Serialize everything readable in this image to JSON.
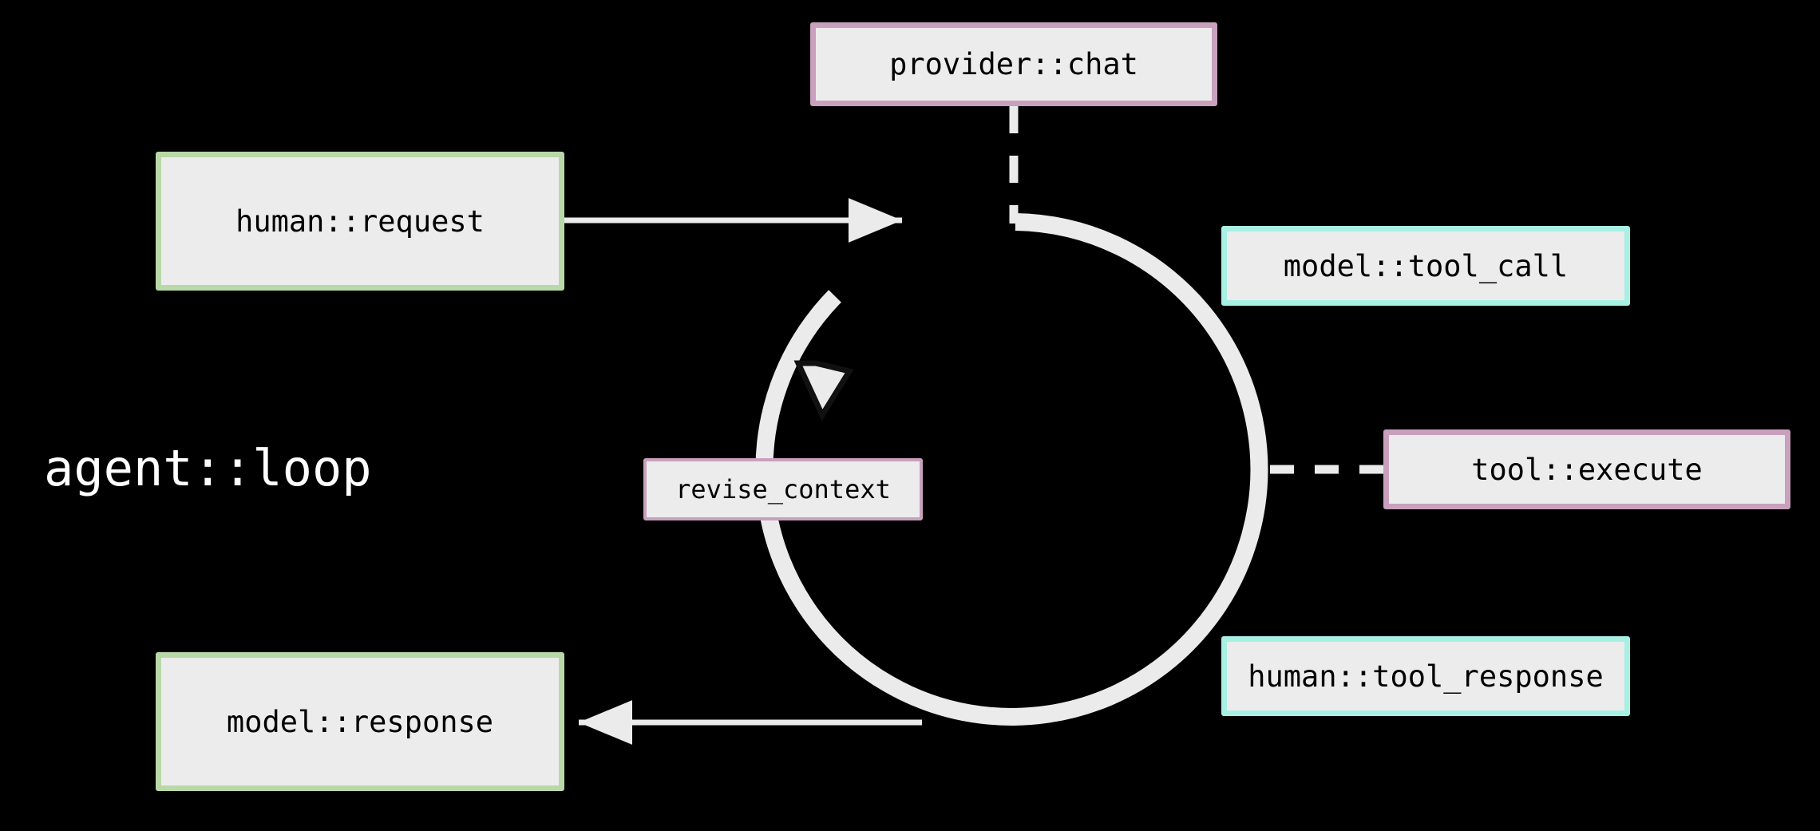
{
  "diagram": {
    "title": "agent::loop",
    "background_color": "#000000",
    "node_fill": "#ececec",
    "edge_color": "#ebebeb",
    "nodes": [
      {
        "id": "provider_chat",
        "label": "provider::chat",
        "border_color": "#c9a0bd",
        "shape": "rect"
      },
      {
        "id": "human_request",
        "label": "human::request",
        "border_color": "#b8d8a8",
        "shape": "rect"
      },
      {
        "id": "model_tool_call",
        "label": "model::tool_call",
        "border_color": "#a8f0e4",
        "shape": "rect"
      },
      {
        "id": "tool_execute",
        "label": "tool::execute",
        "border_color": "#c9a0bd",
        "shape": "rect"
      },
      {
        "id": "human_tool_response",
        "label": "human::tool_response",
        "border_color": "#a8f0e4",
        "shape": "rect"
      },
      {
        "id": "model_response",
        "label": "model::response",
        "border_color": "#b8d8a8",
        "shape": "rect"
      },
      {
        "id": "revise_context",
        "label": "revise_context",
        "border_color": "#c9a0bd",
        "shape": "edge-label"
      }
    ],
    "edges": [
      {
        "from": "human_request",
        "to": "loop",
        "style": "solid",
        "arrow": "triangle"
      },
      {
        "from": "loop",
        "to": "model_response",
        "style": "solid",
        "arrow": "triangle"
      },
      {
        "from": "provider_chat",
        "to": "loop",
        "style": "dashed",
        "arrow": "none"
      },
      {
        "from": "tool_execute",
        "to": "loop",
        "style": "dashed",
        "arrow": "none"
      },
      {
        "from": "loop",
        "to": "loop",
        "style": "solid",
        "arrow": "triangle",
        "label": "revise_context"
      }
    ]
  }
}
